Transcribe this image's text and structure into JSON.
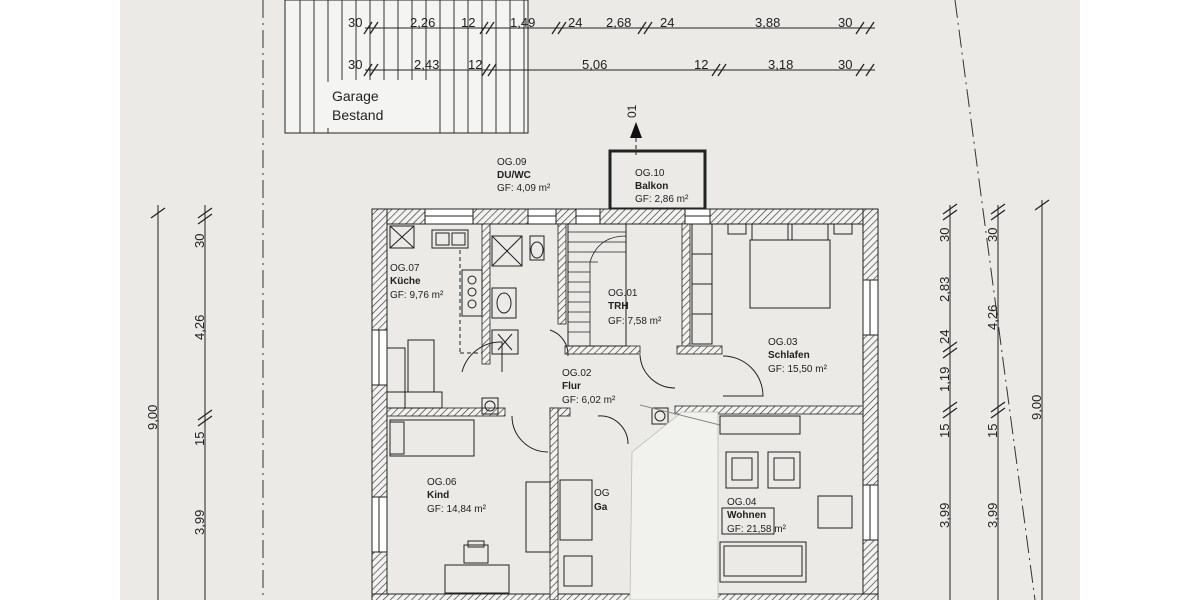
{
  "top_dims": {
    "row1": [
      "30",
      "2,26",
      "12",
      "1,49",
      "24",
      "2,68",
      "24",
      "3,88",
      "30"
    ],
    "row2": [
      "30",
      "2,43",
      "12",
      "5,06",
      "12",
      "3,18",
      "30"
    ]
  },
  "garage": {
    "line1": "Garage",
    "line2": "Bestand"
  },
  "section_marker": "01",
  "rooms": {
    "og09": {
      "id": "OG.09",
      "name": "DU/WC",
      "area": "GF: 4,09 m²"
    },
    "og10": {
      "id": "OG.10",
      "name": "Balkon",
      "area": "GF: 2,86 m²"
    },
    "og07": {
      "id": "OG.07",
      "name": "Küche",
      "area": "GF: 9,76 m²"
    },
    "og01": {
      "id": "OG.01",
      "name": "TRH",
      "area": "GF: 7,58 m²"
    },
    "og03": {
      "id": "OG.03",
      "name": "Schlafen",
      "area": "GF: 15,50 m²"
    },
    "og02": {
      "id": "OG.02",
      "name": "Flur",
      "area": "GF: 6,02 m²"
    },
    "og06": {
      "id": "OG.06",
      "name": "Kind",
      "area": "GF: 14,84 m²"
    },
    "og05": {
      "id": "OG",
      "name": "Ga"
    },
    "og04": {
      "id": "OG.04",
      "name": "Wohnen",
      "area": "GF: 21,58 m²"
    }
  },
  "left_dims": {
    "total": "9,00",
    "d1": "30",
    "d2": "4,26",
    "d3": "15",
    "d4": "3,99"
  },
  "right_dims": {
    "a30": "30",
    "a283": "2,83",
    "a24": "24",
    "a119": "1,19",
    "a15": "15",
    "a399": "3,99",
    "b30": "30",
    "b426": "4,26",
    "b15": "15",
    "b399": "3,99",
    "total": "9,00"
  }
}
